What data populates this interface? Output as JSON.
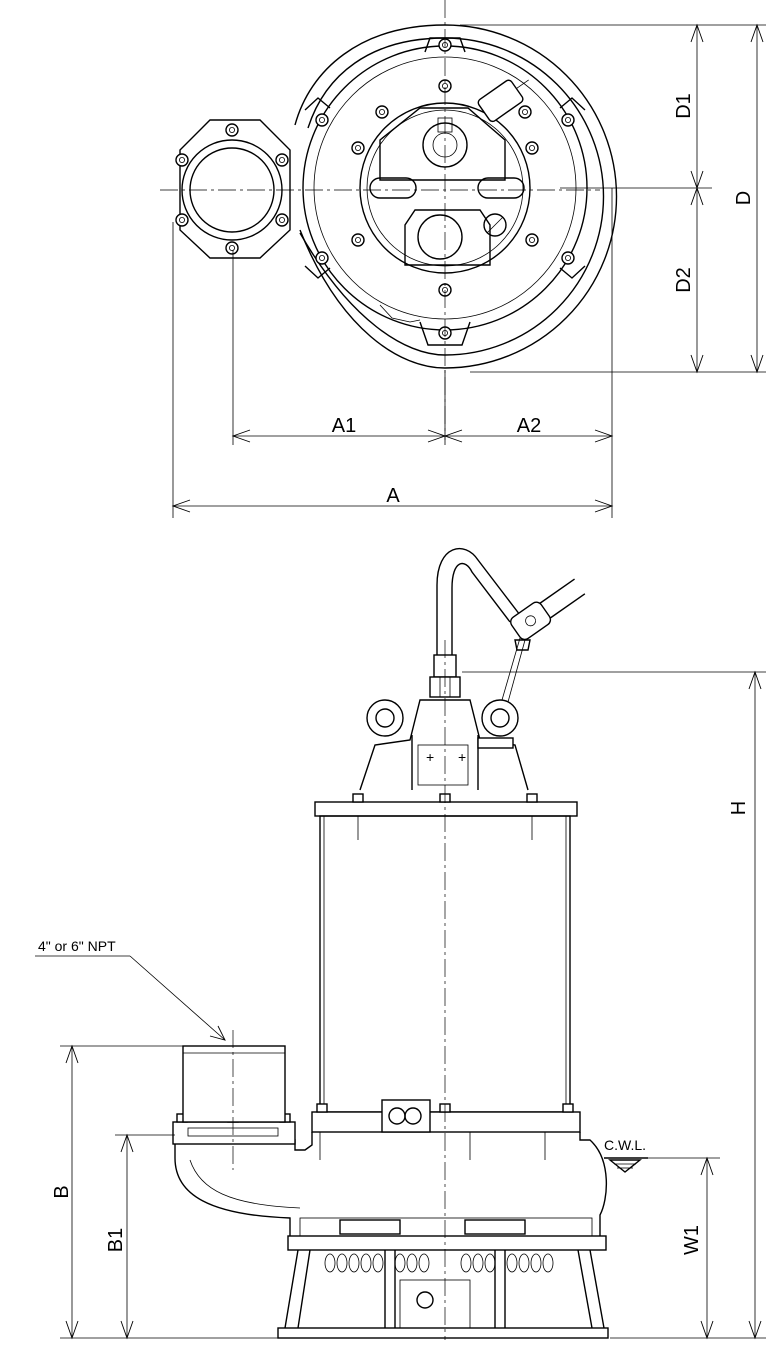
{
  "labels": {
    "A": "A",
    "A1": "A1",
    "A2": "A2",
    "D": "D",
    "D1": "D1",
    "D2": "D2",
    "H": "H",
    "B": "B",
    "B1": "B1",
    "W1": "W1",
    "cwl": "C.W.L.",
    "npt": "4\" or 6\" NPT"
  }
}
